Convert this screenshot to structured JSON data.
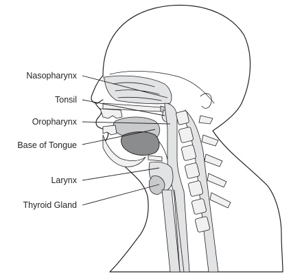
{
  "labels": {
    "nasopharynx": "Nasopharynx",
    "tonsil": "Tonsil",
    "oropharynx": "Oropharynx",
    "base_of_tongue": "Base of Tongue",
    "larynx": "Larynx",
    "thyroid_gland": "Thyroid Gland"
  },
  "colors": {
    "line": "#231f20",
    "soft_tissue": "#e2e3e4",
    "mid_tissue": "#c9cacc",
    "tongue_base": "#8a8c8e",
    "background": "#ffffff"
  }
}
